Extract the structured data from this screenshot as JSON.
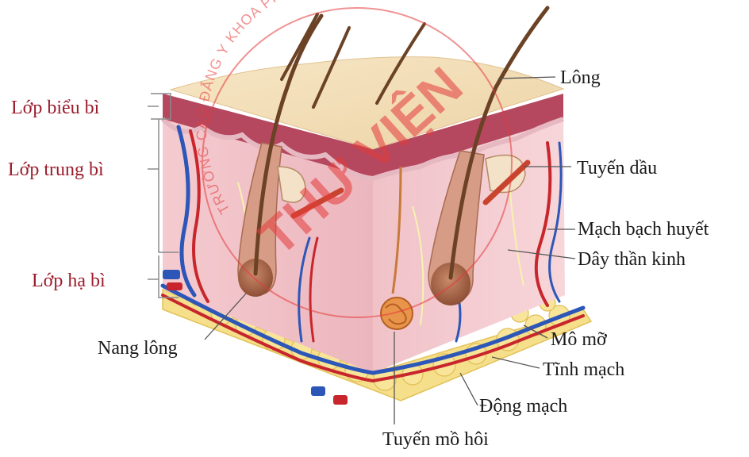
{
  "diagram": {
    "watermark": {
      "arc_text": "TRƯỜNG CAO ĐẲNG Y KHOA PHẠM NGỌC THẠCH",
      "center_text": "THƯ VIỆN",
      "color": "#e43b3b"
    },
    "layer_labels": {
      "epidermis": "Lớp biểu bì",
      "dermis": "Lớp trung bì",
      "hypodermis": "Lớp hạ bì"
    },
    "structure_labels": {
      "hair": "Lông",
      "sebaceous_gland": "Tuyến dầu",
      "lymph_vessel": "Mạch bạch huyết",
      "nerve": "Dây thần kinh",
      "fat_tissue": "Mô mỡ",
      "vein": "Tĩnh mạch",
      "artery": "Động mạch",
      "sweat_gland": "Tuyến mồ hôi",
      "hair_follicle": "Nang lông"
    },
    "colors": {
      "label_left": "#9b1c2c",
      "label_right": "#1a1a1a",
      "skin_surface": "#f3dfb8",
      "epidermis": "#b5475e",
      "dermis": "#f2c9cf",
      "fat": "#f5df8a",
      "artery": "#c8262c",
      "vein": "#2c56b8",
      "hair": "#6b4226"
    }
  }
}
